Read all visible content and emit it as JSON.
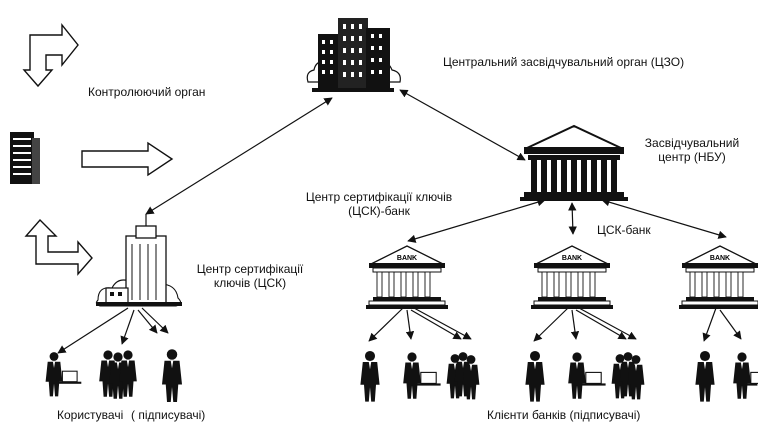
{
  "labels": {
    "central_authority": "Центральний засвідчувальний орган (ЦЗО)",
    "controlling_body": "Контролюючий орган",
    "certifying_center_line1": "Засвідчувальний",
    "certifying_center_line2": "центр (НБУ)",
    "ksc_bank_line1": "Центр сертифікації ключів",
    "ksc_bank_line2": "(ЦСК)-банк",
    "ksc_bank_short": "ЦСК-банк",
    "ksc_line1": "Центр сертифікації",
    "ksc_line2": "ключів (ЦСК)",
    "users": "Користувачі",
    "signers": "( підписувачі)",
    "bank_clients": "Клієнти банків (підписувачі)",
    "bank_sign": "BANK"
  },
  "icons": {
    "skyscraper": "skyscraper-icon",
    "government": "government-building-icon",
    "bank": "bank-icon",
    "office": "office-building-icon",
    "person": "businessman-icon",
    "arrows": "arrow-icon"
  },
  "colors": {
    "ink": "#111111",
    "paper": "#ffffff"
  }
}
